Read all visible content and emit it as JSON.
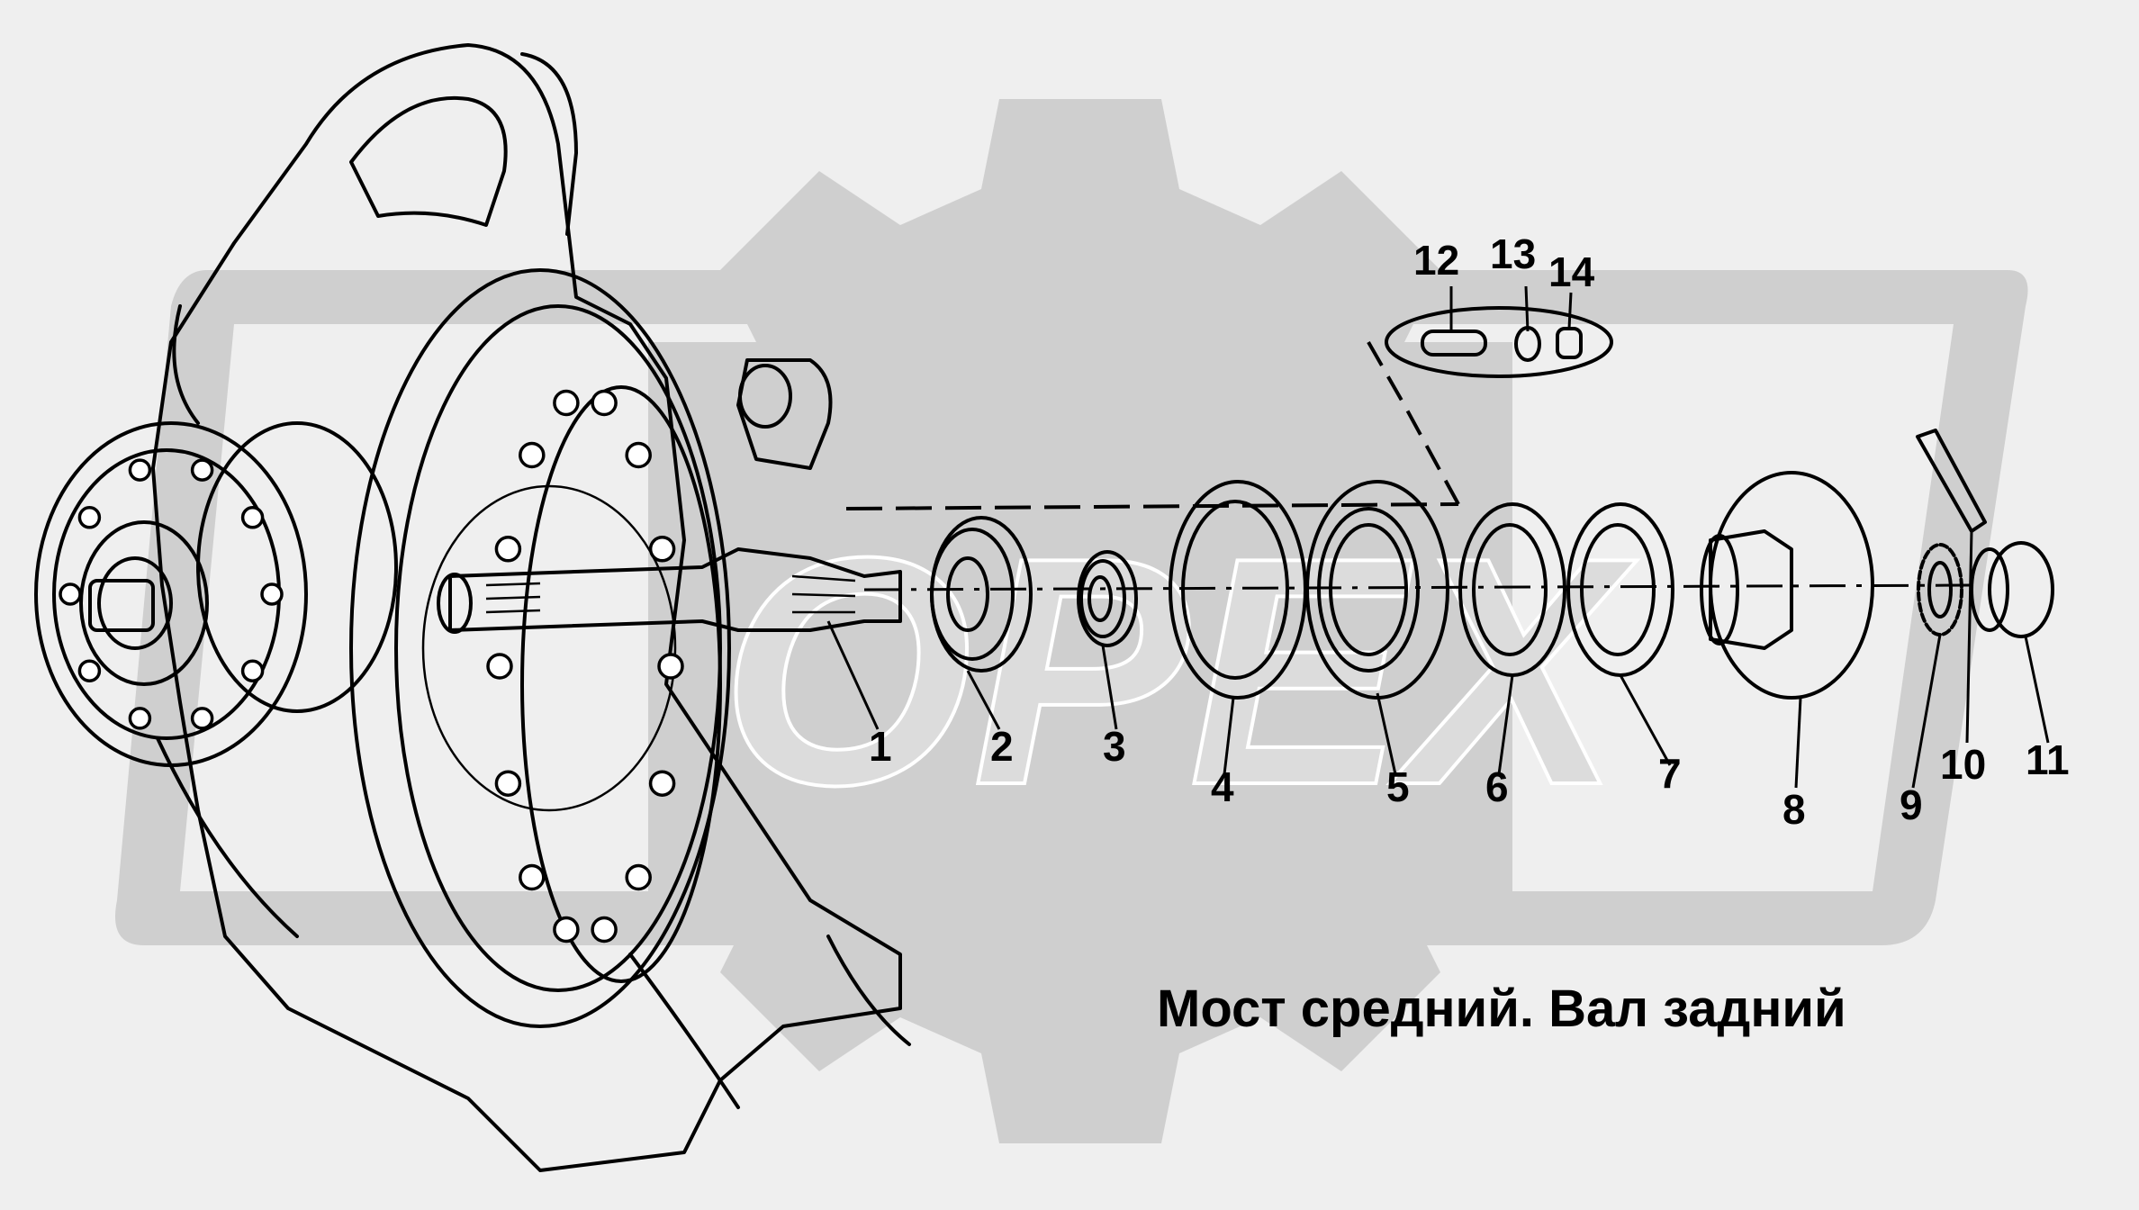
{
  "title": "Мост средний. Вал задний",
  "callouts": [
    {
      "id": "1",
      "label": "1"
    },
    {
      "id": "2",
      "label": "2"
    },
    {
      "id": "3",
      "label": "3"
    },
    {
      "id": "4",
      "label": "4"
    },
    {
      "id": "5",
      "label": "5"
    },
    {
      "id": "6",
      "label": "6"
    },
    {
      "id": "7",
      "label": "7"
    },
    {
      "id": "8",
      "label": "8"
    },
    {
      "id": "9",
      "label": "9"
    },
    {
      "id": "10",
      "label": "10"
    },
    {
      "id": "11",
      "label": "11"
    },
    {
      "id": "12",
      "label": "12"
    },
    {
      "id": "13",
      "label": "13"
    },
    {
      "id": "14",
      "label": "14"
    }
  ],
  "colors": {
    "background": "#efefef",
    "watermark": "#cfcfcf",
    "line": "#000000",
    "part_fill": "#ffffff"
  }
}
